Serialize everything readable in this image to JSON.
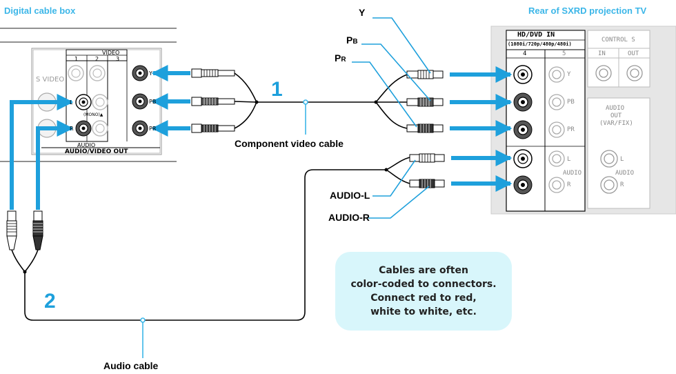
{
  "headings": {
    "source_device": "Digital cable box",
    "target_device": "Rear of SXRD projection TV"
  },
  "cable_box_panel": {
    "video_header": "VIDEO",
    "col1": "1",
    "col2": "2",
    "col3": "3",
    "s_video": "S VIDEO",
    "audio_header": "AUDIO",
    "mono": "(MONO)▲",
    "panel_title": "AUDIO/VIDEO OUT",
    "jack_l": "L",
    "jack_r": "R",
    "jack_y": "Y",
    "jack_pb": "PB",
    "jack_pr": "PR"
  },
  "tv_panel": {
    "hd_in": "HD/DVD  IN",
    "formats": "(1080i/720p/480p/480i)",
    "input4": "4",
    "input5": "5",
    "control_s": "CONTROL S",
    "in": "IN",
    "out": "OUT",
    "audio_out_1": "AUDIO",
    "audio_out_2": "OUT",
    "audio_out_3": "(VAR/FIX)",
    "y": "Y",
    "pb": "PB",
    "pr": "PR",
    "l": "L",
    "audio": "AUDIO",
    "r": "R"
  },
  "callouts": {
    "y": "Y",
    "pb_main": "P",
    "pb_sub": "B",
    "pr_main": "P",
    "pr_sub": "R",
    "audio_l": "AUDIO-L",
    "audio_r": "AUDIO-R",
    "component_cable": "Component video cable",
    "audio_cable": "Audio cable"
  },
  "steps": {
    "one": "1",
    "two": "2"
  },
  "note": {
    "line1": "Cables are often",
    "line2": "color-coded to connectors.",
    "line3": "Connect red to red,",
    "line4": "white to white, etc."
  },
  "colors": {
    "arrow": "#1ea0dc",
    "heading": "#3bb6e8",
    "note_bg": "#d8f6fb",
    "panel_gray": "#bbbbbb"
  }
}
